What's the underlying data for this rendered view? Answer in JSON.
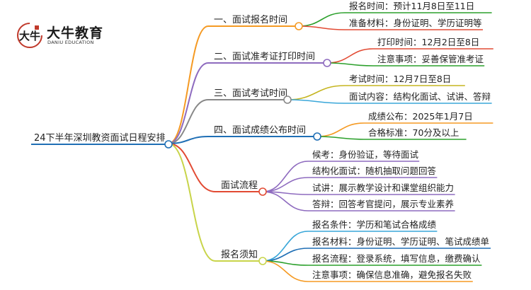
{
  "logo": {
    "mark_text": "大牛",
    "name": "大牛教育",
    "subtitle": "DANIU EDUCATION"
  },
  "root": {
    "label": "24下半年深圳教资面试日程安排"
  },
  "branches": [
    {
      "label": "一、面试报名时间",
      "color": "#f59a23",
      "children": [
        "报名时间：预计11月8日至11日",
        "准备材料：身份证明、学历证明等"
      ],
      "child_colors": [
        "#2ca02c",
        "#e24a33"
      ]
    },
    {
      "label": "二、面试准考证打印时间",
      "color": "#8e6bbf",
      "children": [
        "打印时间：12月2日至8日",
        "注意事项：妥善保管准考证"
      ],
      "child_colors": [
        "#e24a33",
        "#2ca02c"
      ]
    },
    {
      "label": "三、面试考试时间",
      "color": "#888888",
      "children": [
        "考试时间：12月7日至8日",
        "面试内容：结构化面试、试讲、答辩"
      ],
      "child_colors": [
        "#c5b520",
        "#3aa7d9"
      ]
    },
    {
      "label": "四、面试成绩公布时间",
      "color": "#1f6fb5",
      "children": [
        "成绩公布：2025年1月7日",
        "合格标准：70分及以上"
      ],
      "child_colors": [
        "#f59a23",
        "#2ca02c"
      ]
    },
    {
      "label": "面试流程",
      "color": "#e24a33",
      "children": [
        "候考：身份验证，等待面试",
        "结构化面试：随机抽取问题回答",
        "试讲：展示教学设计和课堂组织能力",
        "答辩：回答考官提问，展示专业素养"
      ],
      "child_colors": [
        "#8e6bbf",
        "#8e6bbf",
        "#8e6bbf",
        "#8e6bbf"
      ]
    },
    {
      "label": "报名须知",
      "color": "#c8d44a",
      "children": [
        "报名条件：学历和笔试合格成绩",
        "报名材料：身份证明、学历证明、笔试成绩单",
        "报名流程：登录系统，填写信息，缴费确认",
        "注意事项：确保信息准确，避免报名失败"
      ],
      "child_colors": [
        "#3aa7d9",
        "#1f6fb5",
        "#2ca02c",
        "#f59a23"
      ]
    }
  ]
}
